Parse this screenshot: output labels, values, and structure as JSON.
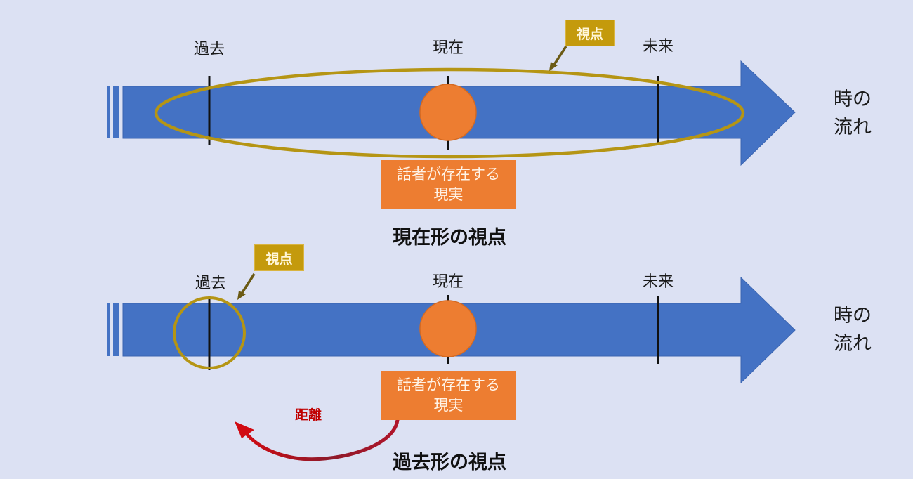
{
  "colors": {
    "background": "#DCE1F3",
    "timeline_blue": "#4472C4",
    "speaker_orange": "#ED7D31",
    "viewpoint_gold": "#C49A0C",
    "distance_red": "#C00000",
    "tick_black": "#111111"
  },
  "top_diagram": {
    "time_labels": {
      "past": "過去",
      "present": "現在",
      "future": "未来"
    },
    "flow_label_line1": "時の",
    "flow_label_line2": "流れ",
    "viewpoint_tag": "視点",
    "reality_box_line1": "話者が存在する",
    "reality_box_line2": "現実",
    "caption": "現在形の視点",
    "viewpoint_shape": "ellipse spanning past to future"
  },
  "bottom_diagram": {
    "time_labels": {
      "past": "過去",
      "present": "現在",
      "future": "未来"
    },
    "flow_label_line1": "時の",
    "flow_label_line2": "流れ",
    "viewpoint_tag": "視点",
    "reality_box_line1": "話者が存在する",
    "reality_box_line2": "現実",
    "distance_label": "距離",
    "caption": "過去形の視点",
    "viewpoint_shape": "circle at past"
  },
  "icons": {
    "timeline_arrow": "right-arrow-icon",
    "speaker_point": "circle-icon",
    "viewpoint_pointer": "diagonal-arrow-icon",
    "distance_arrow": "curved-arrow-icon"
  }
}
